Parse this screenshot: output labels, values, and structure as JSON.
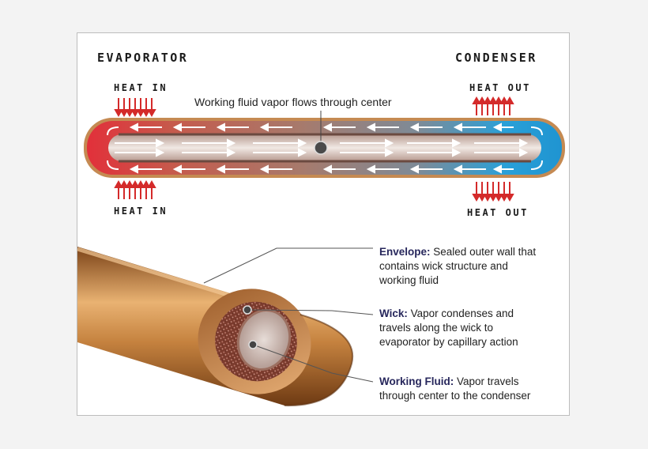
{
  "labels": {
    "evaporator": "EVAPORATOR",
    "condenser": "CONDENSER",
    "heat_in_top": "HEAT IN",
    "heat_out_top": "HEAT OUT",
    "heat_in_bottom": "HEAT IN",
    "heat_out_bottom": "HEAT OUT",
    "center_note": "Working fluid vapor flows through center"
  },
  "callouts": [
    {
      "term": "Envelope:",
      "lines": [
        "Sealed outer wall that",
        "contains wick structure and",
        "working fluid"
      ]
    },
    {
      "term": "Wick:",
      "lines": [
        "Vapor condenses and",
        "travels along the wick to",
        "evaporator by capillary action"
      ]
    },
    {
      "term": "Working Fluid:",
      "lines": [
        "Vapor travels",
        "through center to the condenser"
      ]
    }
  ],
  "colors": {
    "hot": "#e2303a",
    "cold": "#2aa0d8",
    "copper": "#b57136",
    "heat_arrow": "#d42a2a",
    "term": "#27275c"
  }
}
